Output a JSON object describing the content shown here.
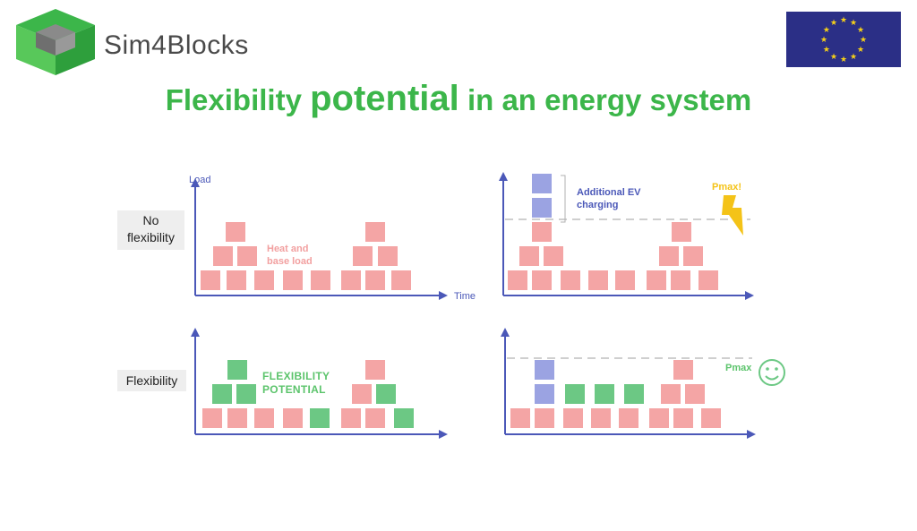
{
  "header": {
    "brand_name": "Sim4Blocks",
    "title_part1": "Flexibility",
    "title_part2": "potential",
    "title_part3": "in an energy system"
  },
  "rows": {
    "no_flexibility_label_line1": "No",
    "no_flexibility_label_line2": "flexibility",
    "flexibility_label": "Flexibility"
  },
  "axes": {
    "y_label": "Load",
    "x_label": "Time"
  },
  "annotations": {
    "heat_base_line1": "Heat and",
    "heat_base_line2": "base load",
    "ev_line1": "Additional EV",
    "ev_line2": "charging",
    "pmax_alert": "Pmax!",
    "flex_line1": "FLEXIBILITY",
    "flex_line2": "POTENTIAL",
    "pmax": "Pmax"
  },
  "colors": {
    "brand_green": "#3cb64a",
    "axis_blue": "#4b58b8",
    "load_pink": "#f4a5a5",
    "flex_green": "#6cc884",
    "ev_blue": "#9ba3e2",
    "eu_blue": "#2b2f86",
    "eu_star": "#f7d117"
  },
  "icons": [
    "sim4blocks-logo-icon",
    "eu-flag-icon",
    "lightning-icon",
    "smiley-icon"
  ]
}
